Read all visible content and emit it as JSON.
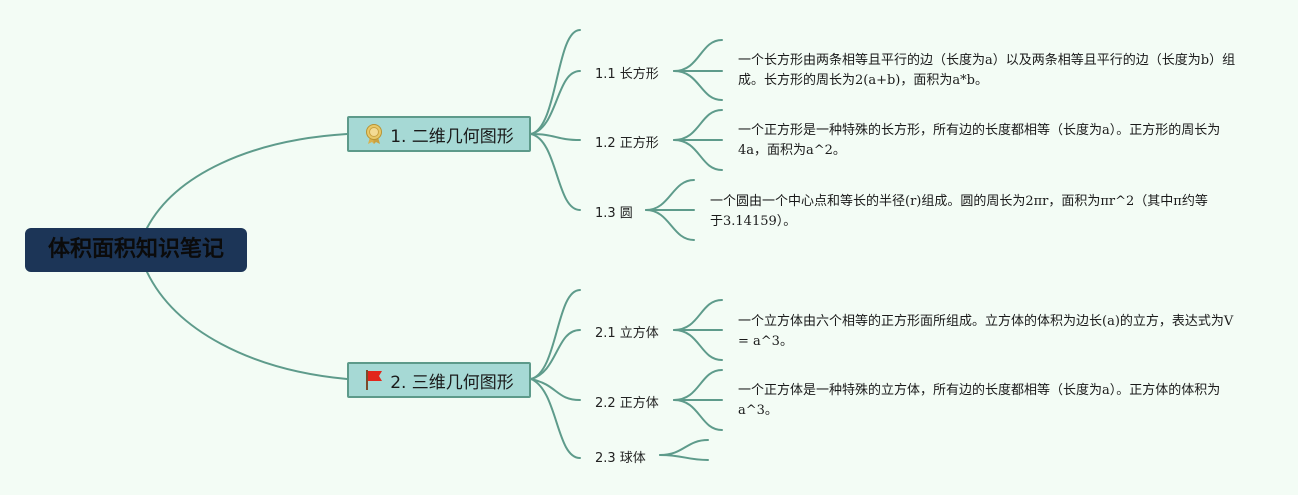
{
  "root": {
    "title": "体积面积知识笔记"
  },
  "branches": [
    {
      "label": "1. 二维几何图形",
      "icon": "award-ribbon-icon",
      "children": [
        {
          "label": "1.1 长方形",
          "desc": "一个长方形由两条相等且平行的边（长度为a）以及两条相等且平行的边（长度为b）组成。长方形的周长为2(a+b)，面积为a*b。"
        },
        {
          "label": "1.2 正方形",
          "desc": "一个正方形是一种特殊的长方形，所有边的长度都相等（长度为a）。正方形的周长为4a，面积为a^2。"
        },
        {
          "label": "1.3 圆",
          "desc": "一个圆由一个中心点和等长的半径(r)组成。圆的周长为2πr，面积为πr^2（其中π约等于3.14159）。"
        }
      ]
    },
    {
      "label": "2. 三维几何图形",
      "icon": "red-flag-icon",
      "children": [
        {
          "label": "2.1 立方体",
          "desc": "一个立方体由六个相等的正方形面所组成。立方体的体积为边长(a)的立方，表达式为V = a^3。"
        },
        {
          "label": "2.2 正方体",
          "desc": "一个正方体是一种特殊的立方体，所有边的长度都相等（长度为a）。正方体的体积为a^3。"
        },
        {
          "label": "2.3 球体",
          "desc": ""
        }
      ]
    }
  ],
  "colors": {
    "link": "#5e9b8b",
    "root": "#1c3557",
    "branch": "#a6d9d5",
    "background": "#f3fcf5"
  }
}
